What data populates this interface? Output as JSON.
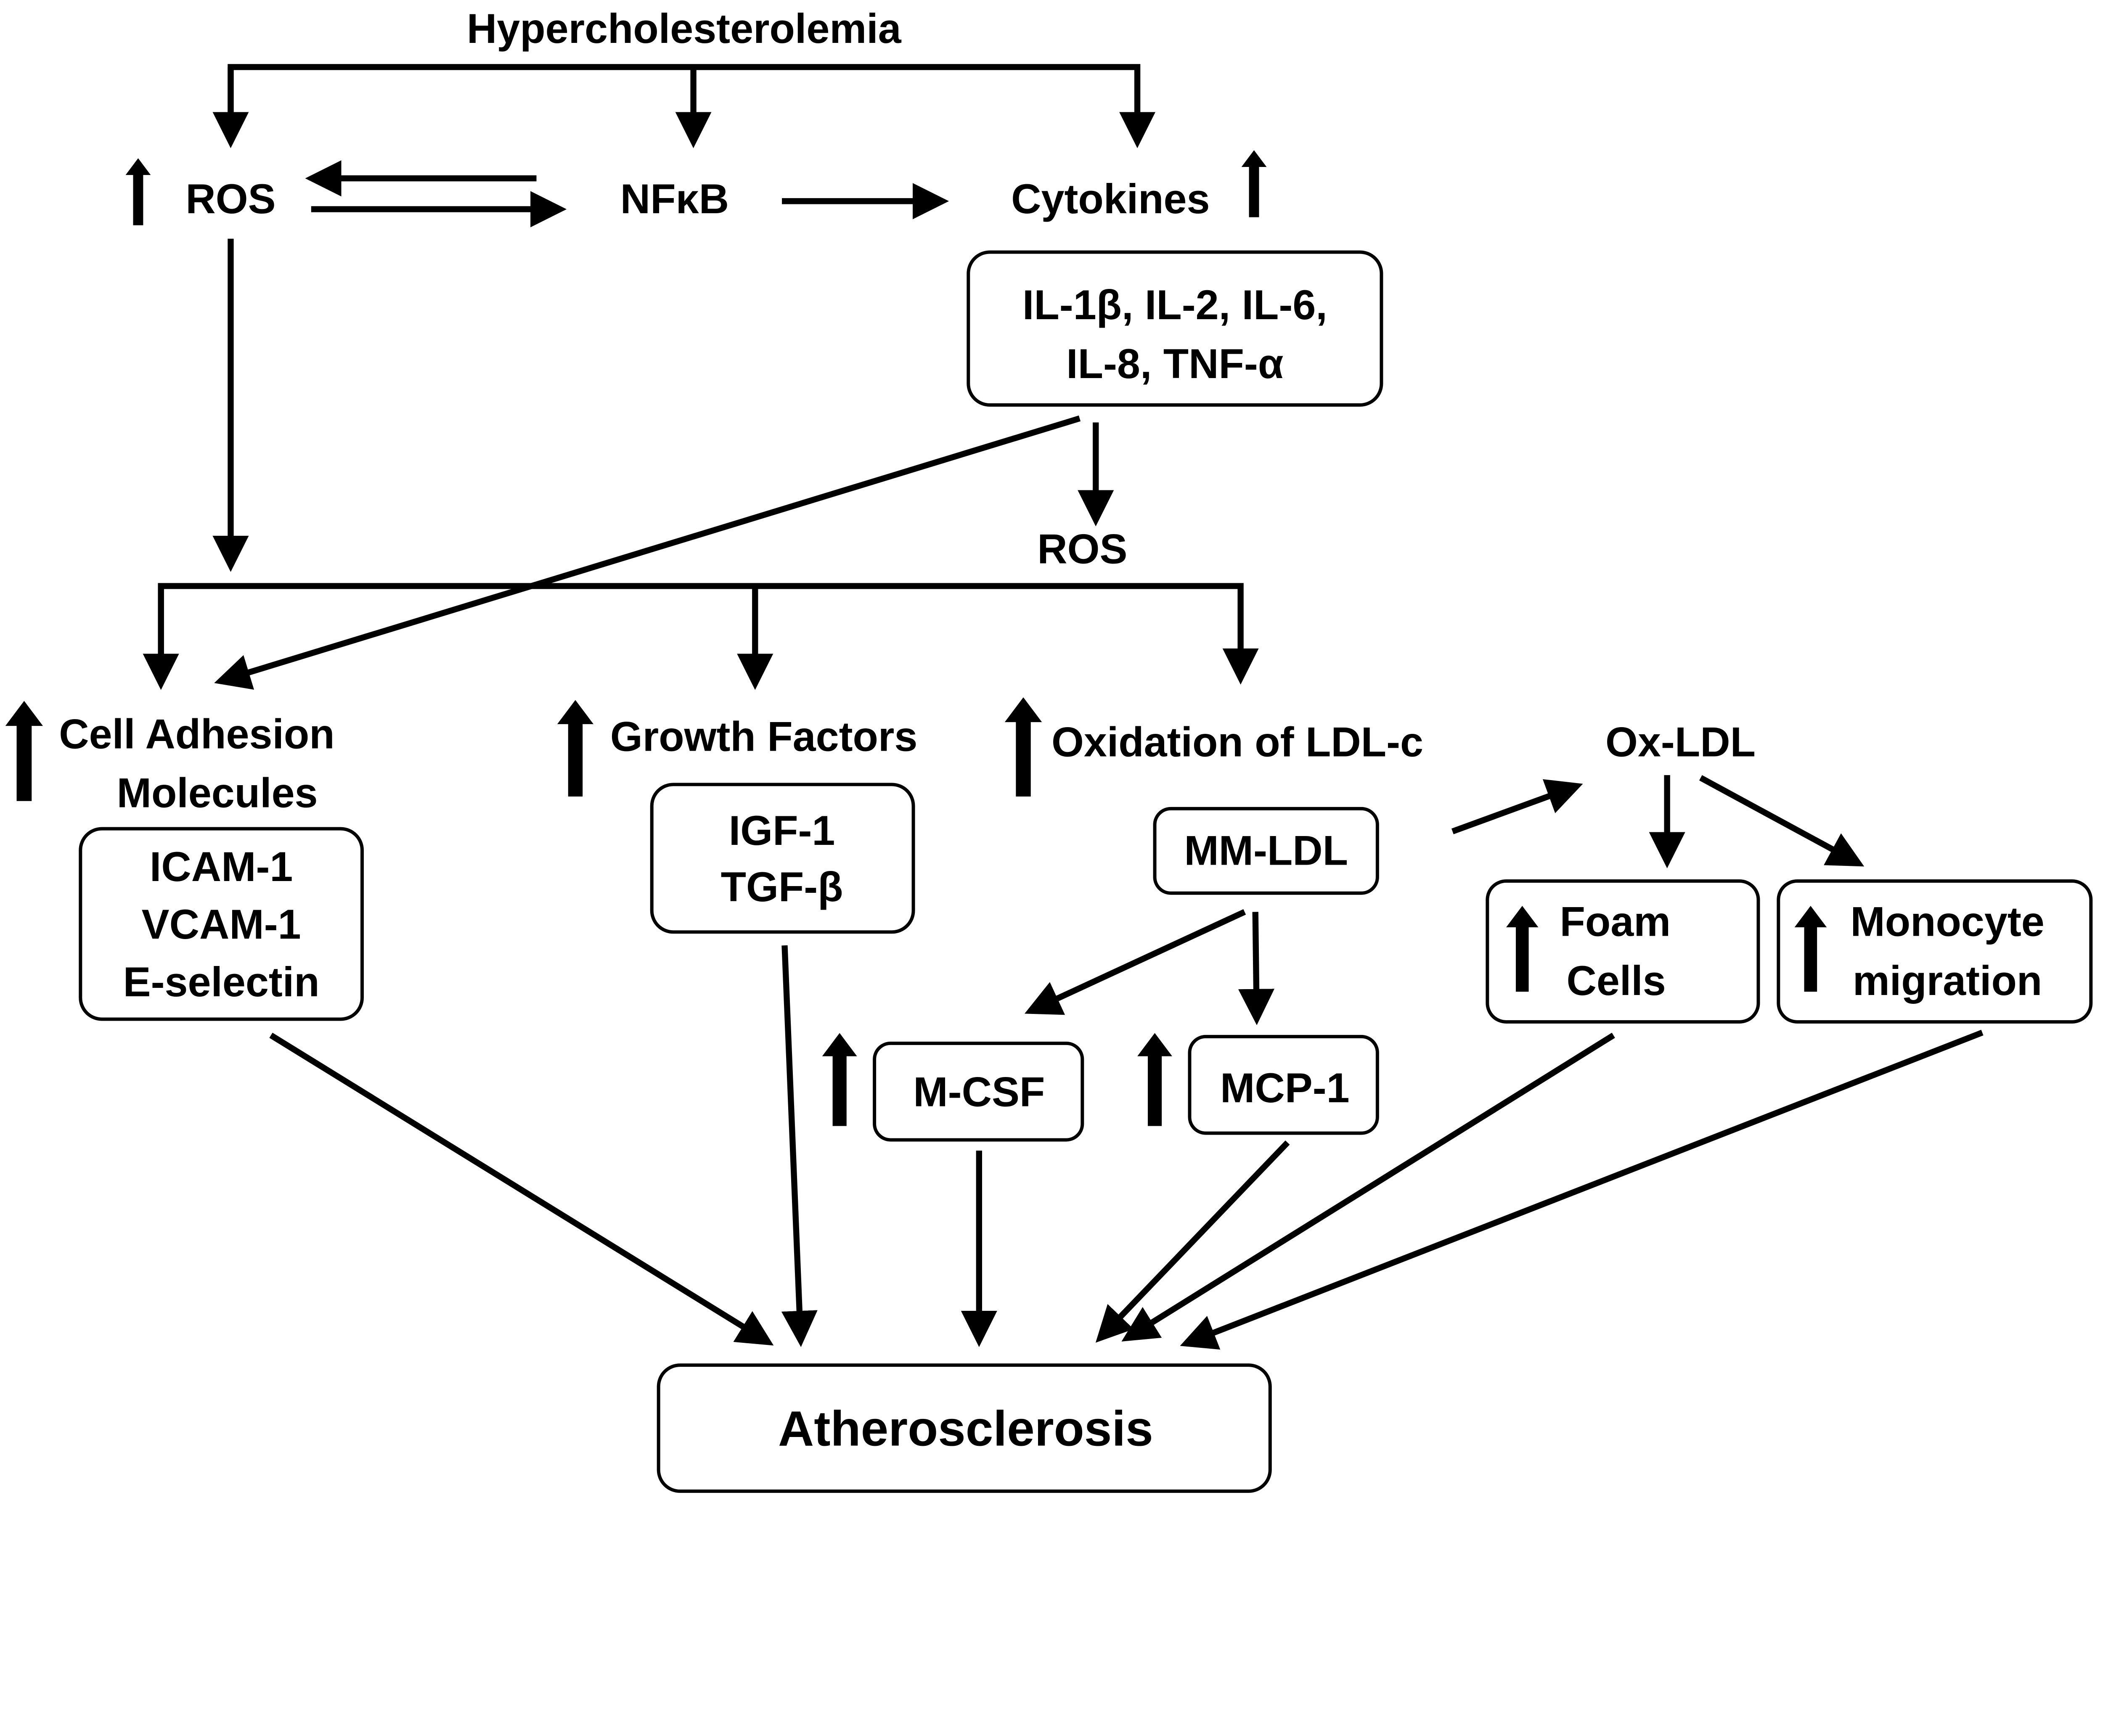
{
  "nodes": {
    "hypercholesterolemia": "Hypercholesterolemia",
    "ros_top": "ROS",
    "nfkb": "NFκB",
    "cytokines": "Cytokines",
    "cytokine_list": [
      "IL-1β, IL-2, IL-6,",
      "IL-8, TNF-α"
    ],
    "ros_mid": "ROS",
    "cell_adhesion": [
      "Cell Adhesion",
      "Molecules"
    ],
    "cell_adhesion_list": [
      "ICAM-1",
      "VCAM-1",
      "E-selectin"
    ],
    "growth_factors": "Growth Factors",
    "growth_factor_list": [
      "IGF-1",
      "TGF-β"
    ],
    "oxidation": "Oxidation of LDL-c",
    "mm_ldl": "MM-LDL",
    "ox_ldl": "Ox-LDL",
    "foam_cells": [
      "Foam",
      "Cells"
    ],
    "monocyte_migration": [
      "Monocyte",
      "migration"
    ],
    "m_csf": "M-CSF",
    "mcp_1": "MCP-1",
    "atherosclerosis": "Atherosclerosis"
  },
  "edges": [
    [
      "Hypercholesterolemia",
      "ROS"
    ],
    [
      "Hypercholesterolemia",
      "NFκB"
    ],
    [
      "Hypercholesterolemia",
      "Cytokines"
    ],
    [
      "NFκB",
      "ROS"
    ],
    [
      "ROS",
      "NFκB"
    ],
    [
      "NFκB",
      "Cytokines"
    ],
    [
      "ROS",
      "Cell Adhesion Molecules"
    ],
    [
      "Cytokines",
      "Cell Adhesion Molecules"
    ],
    [
      "Cytokines",
      "ROS"
    ],
    [
      "ROS",
      "Growth Factors"
    ],
    [
      "ROS",
      "Oxidation of LDL-c"
    ],
    [
      "MM-LDL",
      "Ox-LDL"
    ],
    [
      "Ox-LDL",
      "Foam Cells"
    ],
    [
      "Ox-LDL",
      "Monocyte migration"
    ],
    [
      "MM-LDL",
      "M-CSF"
    ],
    [
      "MM-LDL",
      "MCP-1"
    ],
    [
      "Cell Adhesion Molecules",
      "Atherosclerosis"
    ],
    [
      "Growth Factors",
      "Atherosclerosis"
    ],
    [
      "M-CSF",
      "Atherosclerosis"
    ],
    [
      "MCP-1",
      "Atherosclerosis"
    ],
    [
      "Foam Cells",
      "Atherosclerosis"
    ],
    [
      "Monocyte migration",
      "Atherosclerosis"
    ]
  ],
  "increase_indicator": "up-arrow-icon"
}
